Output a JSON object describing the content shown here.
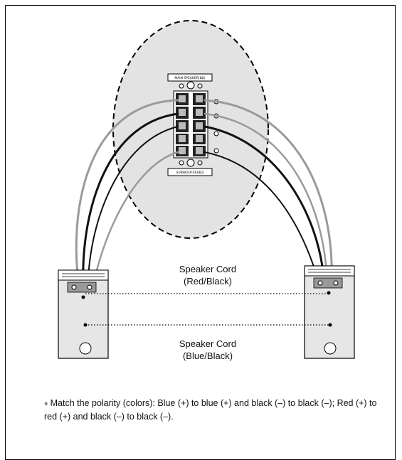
{
  "receiver": {
    "main_speaker_label": "MAIN SPEAKER(8Ω)",
    "subwoofer_label": "SUBWOOFER(8Ω)"
  },
  "cords": {
    "red_black": {
      "line1": "Speaker Cord",
      "line2": "(Red/Black)"
    },
    "blue_black": {
      "line1": "Speaker Cord",
      "line2": "(Blue/Black)"
    }
  },
  "note": {
    "bullet": "♦",
    "text": "Match the polarity (colors): Blue (+) to blue (+) and black (–) to black (–); Red (+) to red (+) and black (–) to black (–)."
  },
  "colors": {
    "frame": "#000000",
    "oval_fill": "#e3e3e3",
    "wire_dark": "#111111",
    "wire_gray": "#9a9a9a",
    "speaker_fill": "#e6e6e6"
  }
}
